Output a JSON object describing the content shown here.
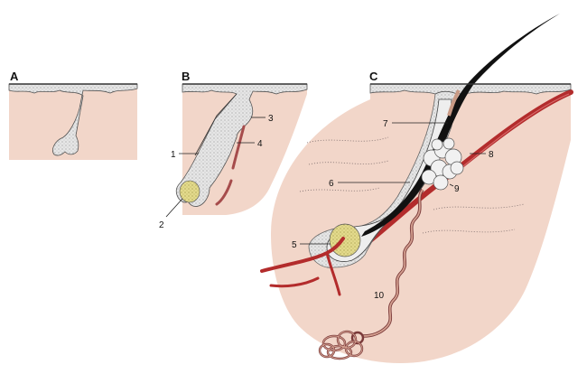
{
  "panels": [
    {
      "id": "A",
      "label": "A"
    },
    {
      "id": "B",
      "label": "B"
    },
    {
      "id": "C",
      "label": "C"
    }
  ],
  "labels": [
    "1",
    "2",
    "3",
    "4",
    "5",
    "6",
    "7",
    "8",
    "9",
    "10"
  ],
  "colors": {
    "dermis": "#f2d6c9",
    "epidermis": "#e2e2e2",
    "papilla": "#e1d889",
    "vessel": "#b32c2c",
    "hair": "#111111",
    "gland": "#f1f1f1",
    "coil": "#d4a090"
  }
}
